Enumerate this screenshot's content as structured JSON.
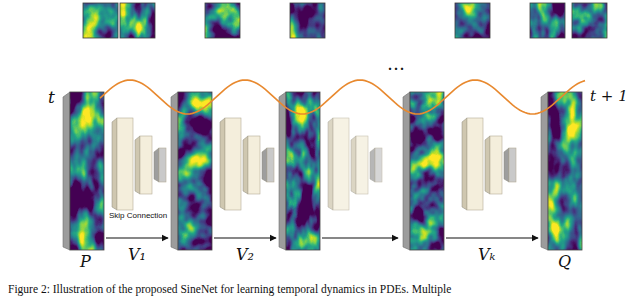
{
  "diagram": {
    "caption": "Figure 2: Illustration of the proposed SineNet for learning temporal dynamics in PDEs. Multiple",
    "labels": [
      "t",
      "P",
      "Skip Connection",
      "V₁",
      "V₂",
      "…",
      "Vₖ",
      "Q",
      "t + 1"
    ]
  }
}
